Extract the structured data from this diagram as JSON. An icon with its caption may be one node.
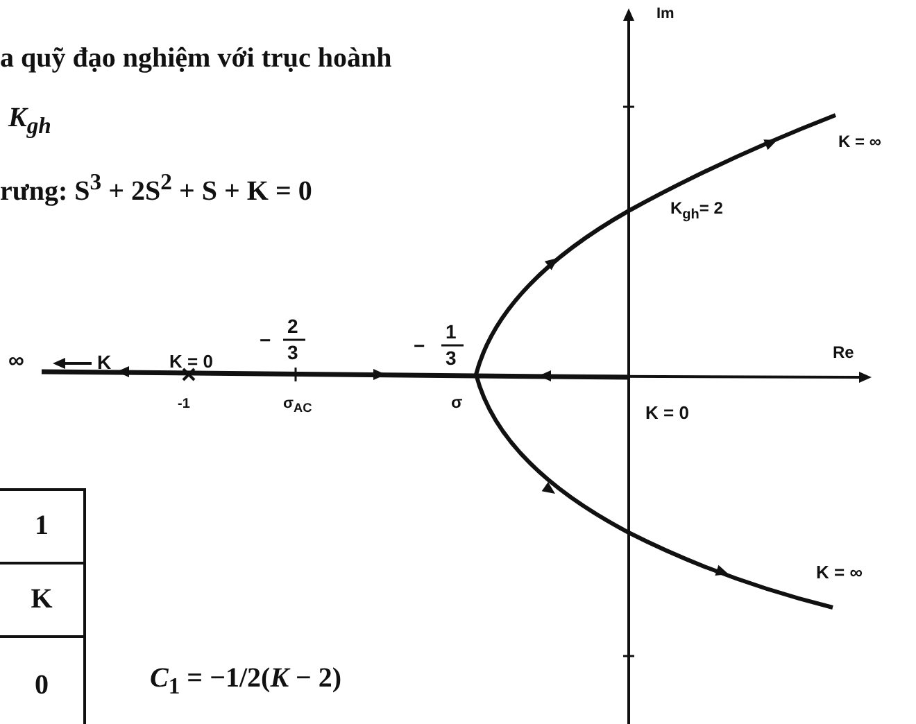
{
  "diagram": {
    "labels": [
      "a quỹ đạo nghiệm với trục hoành",
      "K$_{gh}$",
      "rưng: S$^{3}$ + 2S$^{2}$ + S + K = 0",
      "Im",
      "K = ∞",
      "K$_{gh}$= 2",
      "∞",
      "K",
      "K = 0",
      "−",
      "2",
      "3",
      "−",
      "1",
      "3",
      "Re",
      "-1",
      "σ$_{AC}$",
      "σ",
      "K = 0",
      "K = ∞",
      "1",
      "K",
      "0",
      "*C*$_{1}$ = −1/2(*K* − 2)"
    ]
  }
}
